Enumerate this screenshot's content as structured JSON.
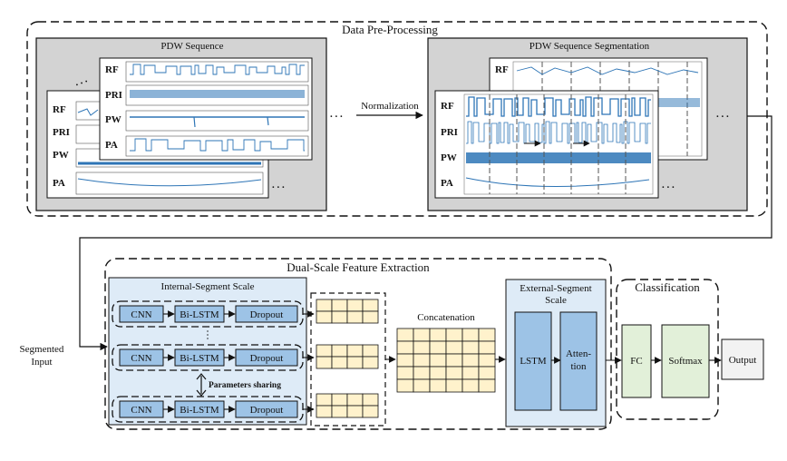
{
  "data_preprocessing": {
    "title": "Data Pre-Processing",
    "pdw_sequence": {
      "title": "PDW Sequence",
      "front_labels": [
        "RF",
        "PRI",
        "PW",
        "PA"
      ],
      "back_labels": [
        "RF",
        "PRI",
        "PW",
        "PA"
      ],
      "ellipsis": ". . ."
    },
    "normalization_label": "Normalization",
    "segmentation": {
      "title": "PDW Sequence Segmentation",
      "back_label": "RF",
      "front_labels": [
        "RF",
        "PRI",
        "PW",
        "PA"
      ],
      "ellipsis": ". . ."
    }
  },
  "segmented_input": [
    "Segmented",
    "Input"
  ],
  "feature_extraction": {
    "title": "Dual-Scale Feature Extraction",
    "internal": {
      "title": "Internal-Segment Scale",
      "rows": [
        {
          "cnn": "CNN",
          "bilstm": "Bi-LSTM",
          "dropout": "Dropout"
        },
        {
          "cnn": "CNN",
          "bilstm": "Bi-LSTM",
          "dropout": "Dropout"
        },
        {
          "cnn": "CNN",
          "bilstm": "Bi-LSTM",
          "dropout": "Dropout"
        }
      ],
      "parameters_sharing": "Parameters sharing"
    },
    "concatenation": "Concatenation",
    "external": {
      "title_line1": "External-Segment",
      "title_line2": "Scale",
      "lstm": "LSTM",
      "attention_line1": "Atten-",
      "attention_line2": "tion"
    }
  },
  "classification": {
    "title": "Classification",
    "fc": "FC",
    "softmax": "Softmax"
  },
  "output": "Output",
  "colors": {
    "panel_gray": "#d3d3d3",
    "signal_blue": "#2e75b6",
    "module_blue": "#9dc3e6",
    "internal_bg": "#deebf7",
    "external_blue": "#9dc3e6",
    "grid_yellow": "#fff2cc",
    "classification_green": "#e2f0d9"
  }
}
